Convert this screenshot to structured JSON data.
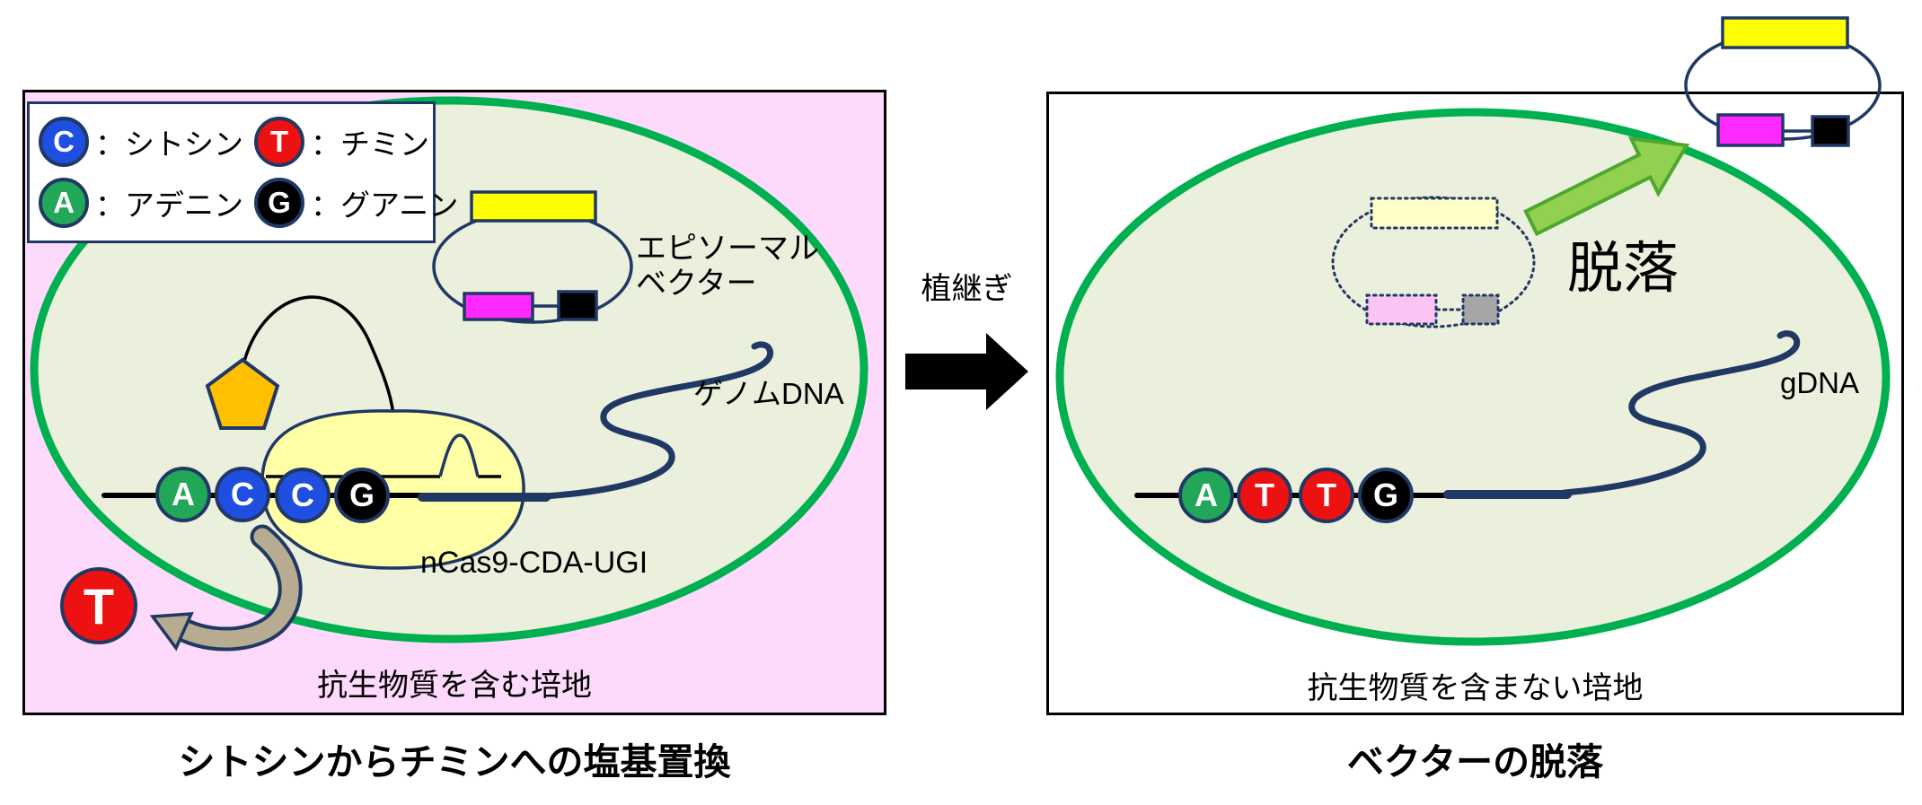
{
  "legend": {
    "items": [
      {
        "letter": "C",
        "label": "：シトシン",
        "color": "#1f4fe0"
      },
      {
        "letter": "T",
        "label": "：チミン",
        "color": "#ee1111"
      },
      {
        "letter": "A",
        "label": "：アデニン",
        "color": "#21a757"
      },
      {
        "letter": "G",
        "label": "：グアニン",
        "color": "#000000"
      }
    ]
  },
  "left_panel": {
    "vector_label_line1": "エピソーマル",
    "vector_label_line2": "ベクター",
    "genome_dna_label": "ゲノムDNA",
    "enzyme_label": "nCas9-CDA-UGI",
    "medium_label": "抗生物質を含む培地",
    "caption": "シトシンからチミンへの塩基置換",
    "dna_bases": [
      "A",
      "C",
      "C",
      "G"
    ],
    "ejected_base": "T"
  },
  "transition": {
    "label": "植継ぎ"
  },
  "right_panel": {
    "dropout_label": "脱落",
    "gdna_label": "gDNA",
    "medium_label": "抗生物質を含まない培地",
    "caption": "ベクターの脱落",
    "dna_bases": [
      "A",
      "T",
      "T",
      "G"
    ]
  },
  "colors": {
    "panel_pink": "#fdd9fb",
    "cell_fill": "#ebf0dd",
    "cell_border_green": "#00b050",
    "outline_navy": "#203864",
    "base_blue": "#1f4fe0",
    "base_red": "#ee1111",
    "base_green": "#21a757",
    "base_black": "#000000",
    "vector_yellow": "#ffff00",
    "vector_magenta": "#ff29ff",
    "enzyme_yellow": "#ffffa6",
    "pentagon_orange": "#ffc000",
    "eject_arrow_tan": "#b7ac92",
    "dropout_arrow_green": "#92d050",
    "faded_yellow": "#ffffc9",
    "faded_pink": "#fbc5f3",
    "faded_gray": "#a6a6a6"
  }
}
